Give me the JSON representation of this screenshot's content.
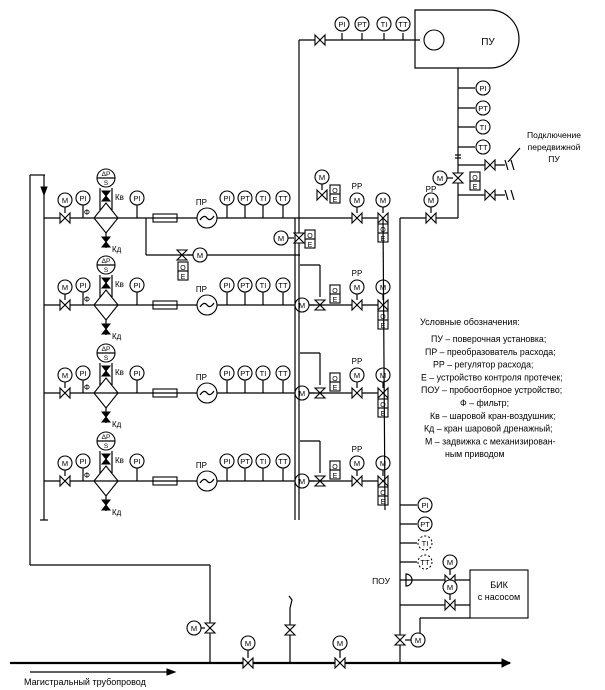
{
  "instruments": {
    "pi": "PI",
    "pt": "PT",
    "ti": "TI",
    "tt": "TT",
    "m": "M",
    "o_letter": "O",
    "e_letter": "E",
    "delta_p": "ΔP",
    "s_letter": "S"
  },
  "labels": {
    "pu": "ПУ",
    "pr": "ПР",
    "rr": "РР",
    "phi": "Ф",
    "kv": "Кв",
    "kd": "Кд",
    "pou": "ПОУ",
    "bik_line1": "БИК",
    "bik_line2": "с насосом",
    "mobile_line1": "Подключение",
    "mobile_line2": "передвижной",
    "mobile_line3": "ПУ",
    "main_pipeline": "Магистральный трубопровод"
  },
  "legend": {
    "title": "Условные обозначения:",
    "items": [
      "ПУ – поверочная установка;",
      "ПР – преобразователь расхода;",
      "РР – регулятор расхода;",
      "Е – устройство контроля протечек;",
      "ПОУ – пробоотборное устройство;",
      "Ф – фильтр;",
      "Кв – шаровой кран-воздушник;",
      "Кд – кран шаровой дренажный;",
      "М – задвижка с механизирован-",
      "ным приводом"
    ]
  }
}
